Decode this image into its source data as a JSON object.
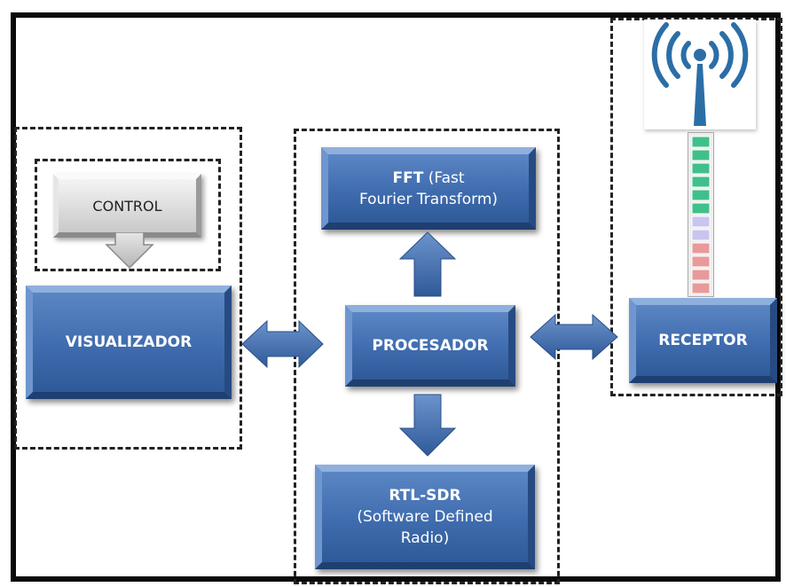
{
  "diagram": {
    "control": {
      "label": "CONTROL"
    },
    "visualizador": {
      "label": "VISUALIZADOR"
    },
    "procesador": {
      "label": "PROCESADOR"
    },
    "fft": {
      "line1_bold": "FFT",
      "line1_rest": " (Fast",
      "line2": "Fourier Transform)"
    },
    "rtlsdr": {
      "line1": "RTL-SDR",
      "line2": "(Software Defined",
      "line3": "Radio)"
    },
    "receptor": {
      "label": "RECEPTOR"
    },
    "antenna": {
      "icon": "wireless-antenna-icon"
    },
    "signal_meter": {
      "icon": "signal-level-meter"
    }
  },
  "colors": {
    "block_fill": "#3f6cae",
    "arrow_fill": "#3f6cae",
    "control_fill": "#d9d9d9",
    "meter_green": "#3fc08a",
    "meter_violet": "#c9c4f0",
    "meter_red": "#e89a9a"
  }
}
